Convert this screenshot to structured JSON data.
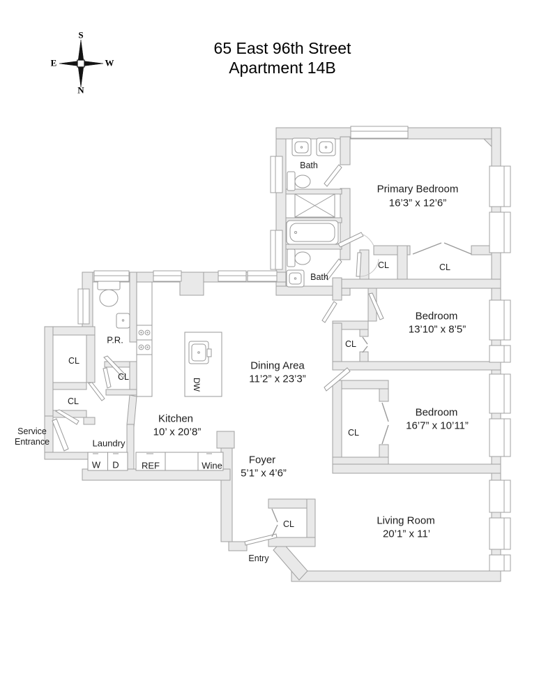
{
  "title": {
    "line1": "65 East 96th Street",
    "line2": "Apartment 14B"
  },
  "compass": {
    "top": "S",
    "bottom": "N",
    "left": "E",
    "right": "W"
  },
  "rooms": {
    "primary_bedroom": {
      "name": "Primary Bedroom",
      "dims": "16’3” x 12’6”"
    },
    "bedroom_2": {
      "name": "Bedroom",
      "dims": "13’10” x 8’5”"
    },
    "bedroom_3": {
      "name": "Bedroom",
      "dims": "16’7” x 10’11”"
    },
    "living_room": {
      "name": "Living Room",
      "dims": "20’1” x 11’"
    },
    "dining_area": {
      "name": "Dining Area",
      "dims": "11’2” x 23’3”"
    },
    "kitchen": {
      "name": "Kitchen",
      "dims": "10’ x 20’8”"
    },
    "foyer": {
      "name": "Foyer",
      "dims": "5’1” x 4’6”"
    }
  },
  "labels": {
    "bath_upper": "Bath",
    "bath_lower": "Bath",
    "powder_room": "P.R.",
    "laundry": "Laundry",
    "service_entrance_line1": "Service",
    "service_entrance_line2": "Entrance",
    "entry": "Entry",
    "washer": "W",
    "dryer": "D",
    "refrigerator": "REF",
    "wine_cooler": "Wine",
    "dishwasher": "DW",
    "closet": "CL"
  },
  "colors": {
    "wall_fill": "#e9e9e9",
    "wall_line": "#a0a0a0",
    "text": "#1c1c1c"
  }
}
